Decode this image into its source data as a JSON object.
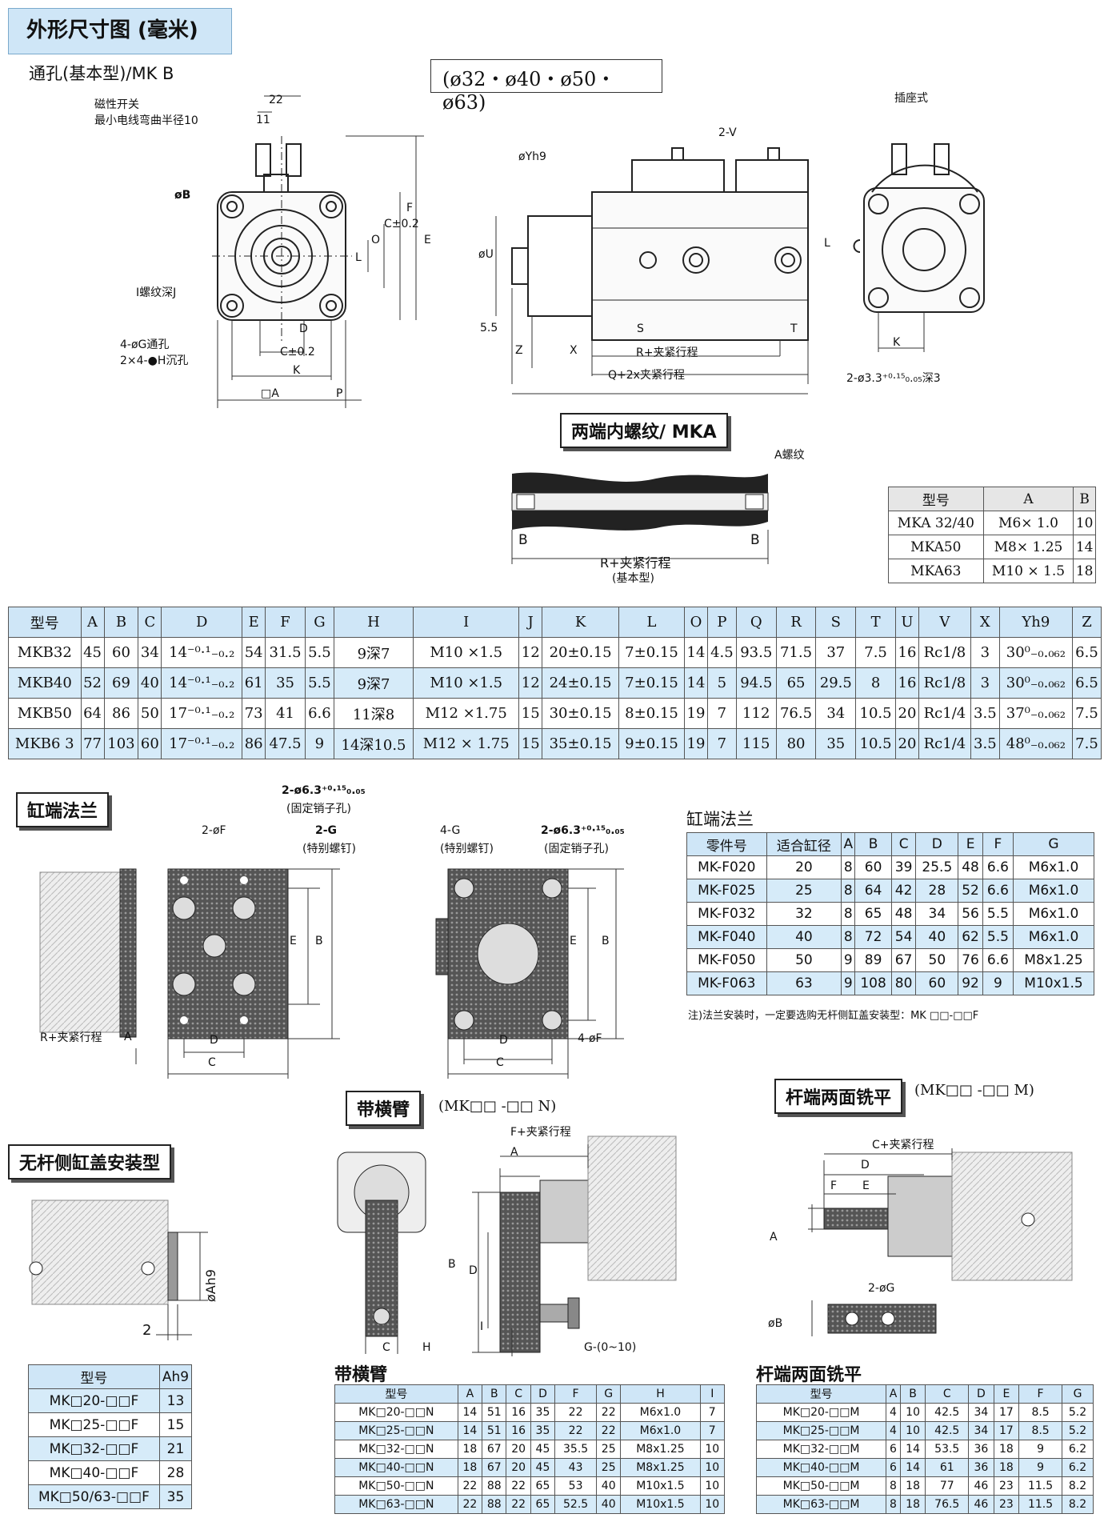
{
  "header": {
    "title": "外形尺寸图 (毫米)"
  },
  "mkb": {
    "subtitle": "通孔(基本型)/MK B",
    "bore_box": "(ø32・ø40・ø50・ø63)",
    "labels": {
      "dim22": "22",
      "dim11": "11",
      "magnet": "磁性开关",
      "bend": "最小电线弯曲半径10",
      "dimB": "øB",
      "F": "F",
      "E": "E",
      "O": "O",
      "C02": "C±0.2",
      "L": "L",
      "screwJ": "I螺纹深J",
      "hole4G": "4-øG通孔",
      "hole4H": "2×4-●H沉孔",
      "D": "D",
      "C02b": "C±0.2",
      "K": "K",
      "A": "□A",
      "P": "P",
      "Yh9": "øYh9",
      "V2": "2-V",
      "U": "øU",
      "dim55": "5.5",
      "Z": "Z",
      "X": "X",
      "S": "S",
      "T": "T",
      "Rstroke": "R+夹紧行程",
      "Qstroke": "Q+2x夹紧行程",
      "Lr": "L",
      "socket": "插座式",
      "Kr": "K",
      "pin": "2-ø3.3⁺⁰·¹⁵₀.₀₅深3"
    }
  },
  "mka": {
    "title": "两端内螺纹/ MKA",
    "thread": "A螺纹",
    "B1": "B",
    "B2": "B",
    "stroke": "R+夹紧行程",
    "base": "(基本型)",
    "table": {
      "headers": [
        "型号",
        "A",
        "B"
      ],
      "rows": [
        [
          "MKA 32/40",
          "M6× 1.0",
          "10"
        ],
        [
          "MKA50",
          "M8× 1.25",
          "14"
        ],
        [
          "MKA63",
          "M10 × 1.5",
          "18"
        ]
      ]
    }
  },
  "main_table": {
    "headers": [
      "型号",
      "A",
      "B",
      "C",
      "D",
      "E",
      "F",
      "G",
      "H",
      "I",
      "J",
      "K",
      "L",
      "O",
      "P",
      "Q",
      "R",
      "S",
      "T",
      "U",
      "V",
      "X",
      "Yh9",
      "Z"
    ],
    "rows": [
      [
        "MKB32",
        "45",
        "60",
        "34",
        "14⁻⁰·¹₋₀.₂",
        "54",
        "31.5",
        "5.5",
        "9深7",
        "M10 ×1.5",
        "12",
        "20±0.15",
        "7±0.15",
        "14",
        "4.5",
        "93.5",
        "71.5",
        "37",
        "7.5",
        "16",
        "Rc1/8",
        "3",
        "30⁰₋₀.₀₆₂",
        "6.5"
      ],
      [
        "MKB40",
        "52",
        "69",
        "40",
        "14⁻⁰·¹₋₀.₂",
        "61",
        "35",
        "5.5",
        "9深7",
        "M10 ×1.5",
        "12",
        "24±0.15",
        "7±0.15",
        "14",
        "5",
        "94.5",
        "65",
        "29.5",
        "8",
        "16",
        "Rc1/8",
        "3",
        "30⁰₋₀.₀₆₂",
        "6.5"
      ],
      [
        "MKB50",
        "64",
        "86",
        "50",
        "17⁻⁰·¹₋₀.₂",
        "73",
        "41",
        "6.6",
        "11深8",
        "M12 ×1.75",
        "15",
        "30±0.15",
        "8±0.15",
        "19",
        "7",
        "112",
        "76.5",
        "34",
        "10.5",
        "20",
        "Rc1/4",
        "3.5",
        "37⁰₋₀.₀₆₂",
        "7.5"
      ],
      [
        "MKB6 3",
        "77",
        "103",
        "60",
        "17⁻⁰·¹₋₀.₂",
        "86",
        "47.5",
        "9",
        "14深10.5",
        "M12 × 1.75",
        "15",
        "35±0.15",
        "9±0.15",
        "19",
        "7",
        "115",
        "80",
        "35",
        "10.5",
        "20",
        "Rc1/4",
        "3.5",
        "48⁰₋₀.₀₆₂",
        "7.5"
      ]
    ]
  },
  "flange": {
    "title": "缸端法兰",
    "labels": {
      "pin1": "2-ø6.3⁺⁰·¹⁵₀.₀₅",
      "pinhole1": "(固定销子孔)",
      "F2": "2-øF",
      "G2": "2-G",
      "screw2": "(特别螺钉)",
      "E": "E",
      "B": "B",
      "R": "R+夹紧行程",
      "A": "A",
      "D": "D",
      "C": "C",
      "G4": "4-G",
      "screw4": "(特别螺钉)",
      "pin2": "2-ø6.3⁺⁰·¹⁵₀.₀₅",
      "pinhole2": "(固定销子孔)",
      "E2": "E",
      "B2": "B",
      "D2": "D",
      "F4": "4-øF",
      "C2": "C"
    },
    "table_title": "缸端法兰",
    "table": {
      "headers": [
        "零件号",
        "适合缸径",
        "A",
        "B",
        "C",
        "D",
        "E",
        "F",
        "G"
      ],
      "rows": [
        [
          "MK-F020",
          "20",
          "8",
          "60",
          "39",
          "25.5",
          "48",
          "6.6",
          "M6x1.0"
        ],
        [
          "MK-F025",
          "25",
          "8",
          "64",
          "42",
          "28",
          "52",
          "6.6",
          "M6x1.0"
        ],
        [
          "MK-F032",
          "32",
          "8",
          "65",
          "48",
          "34",
          "56",
          "5.5",
          "M6x1.0"
        ],
        [
          "MK-F040",
          "40",
          "8",
          "72",
          "54",
          "40",
          "62",
          "5.5",
          "M6x1.0"
        ],
        [
          "MK-F050",
          "50",
          "9",
          "89",
          "67",
          "50",
          "76",
          "6.6",
          "M8x1.25"
        ],
        [
          "MK-F063",
          "63",
          "9",
          "108",
          "80",
          "60",
          "92",
          "9",
          "M10x1.5"
        ]
      ]
    },
    "note": "注)法兰安装时，一定要选购无杆侧缸盖安装型：MK □□-□□F"
  },
  "norod": {
    "title": "无杆侧缸盖安装型",
    "Ah9": "øAh9",
    "dim2": "2",
    "table": {
      "headers": [
        "型号",
        "Ah9"
      ],
      "rows": [
        [
          "MK□20-□□F",
          "13"
        ],
        [
          "MK□25-□□F",
          "15"
        ],
        [
          "MK□32-□□F",
          "21"
        ],
        [
          "MK□40-□□F",
          "28"
        ],
        [
          "MK□50/63-□□F",
          "35"
        ]
      ]
    }
  },
  "arm": {
    "title": "带横臂",
    "code": "(MK□□ -□□ N)",
    "labels": {
      "F": "F+夹紧行程",
      "A": "A",
      "B": "B",
      "D": "D",
      "I": "I",
      "C": "C",
      "H": "H",
      "G": "G-(0~10)"
    },
    "table_title": "带横臂",
    "table": {
      "headers": [
        "型号",
        "A",
        "B",
        "C",
        "D",
        "F",
        "G",
        "H",
        "I"
      ],
      "rows": [
        [
          "MK□20-□□N",
          "14",
          "51",
          "16",
          "35",
          "22",
          "22",
          "M6x1.0",
          "7"
        ],
        [
          "MK□25-□□N",
          "14",
          "51",
          "16",
          "35",
          "22",
          "22",
          "M6x1.0",
          "7"
        ],
        [
          "MK□32-□□N",
          "18",
          "67",
          "20",
          "45",
          "35.5",
          "25",
          "M8x1.25",
          "10"
        ],
        [
          "MK□40-□□N",
          "18",
          "67",
          "20",
          "45",
          "43",
          "25",
          "M8x1.25",
          "10"
        ],
        [
          "MK□50-□□N",
          "22",
          "88",
          "22",
          "65",
          "53",
          "40",
          "M10x1.5",
          "10"
        ],
        [
          "MK□63-□□N",
          "22",
          "88",
          "22",
          "65",
          "52.5",
          "40",
          "M10x1.5",
          "10"
        ]
      ]
    }
  },
  "mill": {
    "title": "杆端两面铣平",
    "code": "(MK□□ -□□ M)",
    "labels": {
      "C": "C+夹紧行程",
      "D": "D",
      "F": "F",
      "E": "E",
      "A": "A",
      "G": "2-øG",
      "B": "øB"
    },
    "table_title": "杆端两面铣平",
    "table": {
      "headers": [
        "型号",
        "A",
        "B",
        "C",
        "D",
        "E",
        "F",
        "G"
      ],
      "rows": [
        [
          "MK□20-□□M",
          "4",
          "10",
          "42.5",
          "34",
          "17",
          "8.5",
          "5.2"
        ],
        [
          "MK□25-□□M",
          "4",
          "10",
          "42.5",
          "34",
          "17",
          "8.5",
          "5.2"
        ],
        [
          "MK□32-□□M",
          "6",
          "14",
          "53.5",
          "36",
          "18",
          "9",
          "6.2"
        ],
        [
          "MK□40-□□M",
          "6",
          "14",
          "61",
          "36",
          "18",
          "9",
          "6.2"
        ],
        [
          "MK□50-□□M",
          "8",
          "18",
          "77",
          "46",
          "23",
          "11.5",
          "8.2"
        ],
        [
          "MK□63-□□M",
          "8",
          "18",
          "76.5",
          "46",
          "23",
          "11.5",
          "8.2"
        ]
      ]
    }
  }
}
